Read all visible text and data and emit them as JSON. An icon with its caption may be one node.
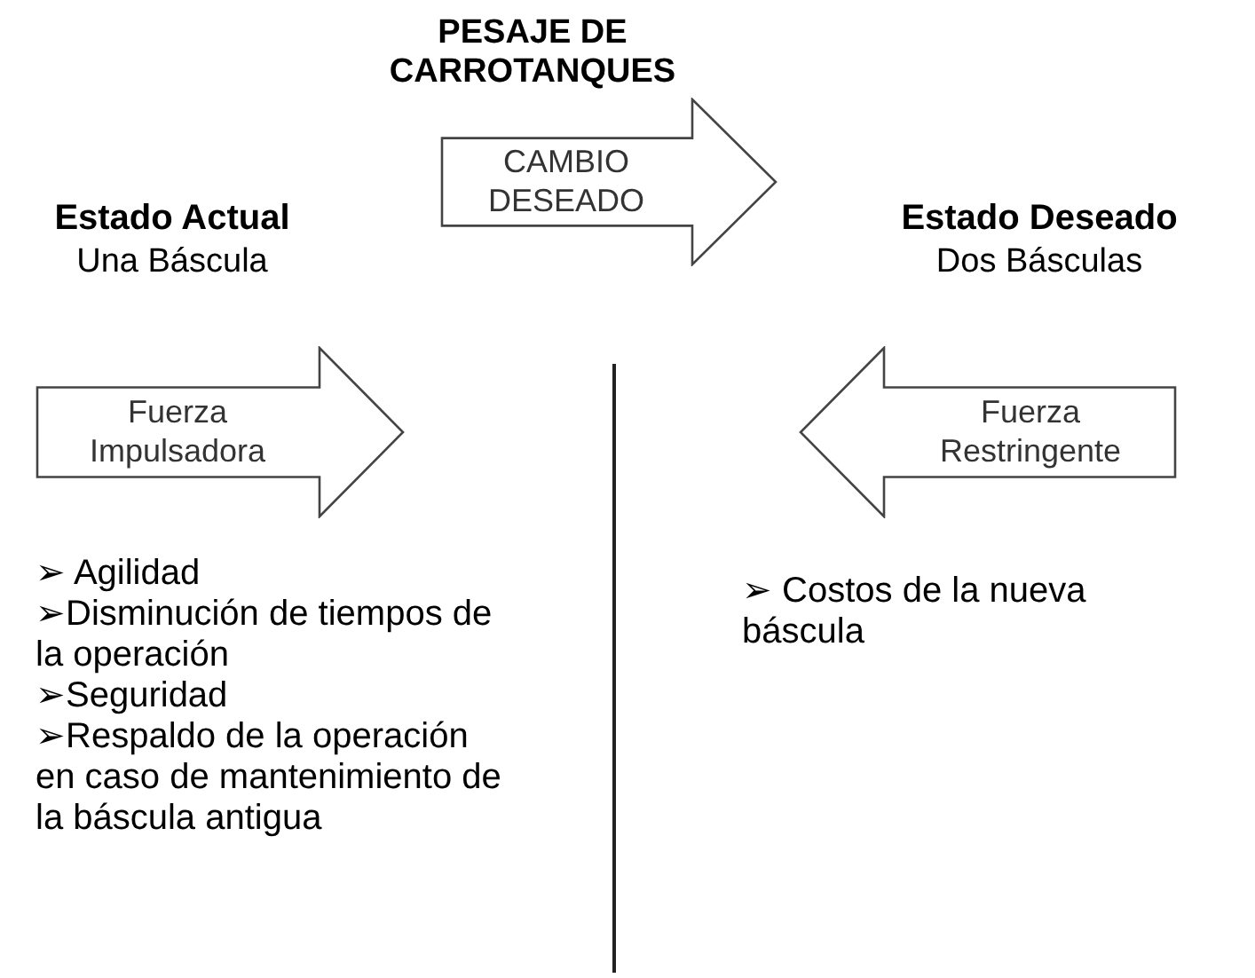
{
  "diagram": {
    "title": "PESAJE DE CARROTANQUES",
    "nodes": [
      {
        "text": [
          "CAMBIO DESEADO"
        ]
      },
      {
        "text": [
          "Fuerza Impulsadora"
        ]
      },
      {
        "text": [
          "Fuerza Restringente"
        ]
      }
    ],
    "edges": [],
    "labels": [
      "Estado Actual",
      "Una Báscula",
      "Estado Deseado",
      "Dos Básculas",
      "➢ Agilidad",
      "➢Disminución de tiempos de la operación",
      "➢Seguridad",
      "➢Respaldo de la operación en caso de mantenimiento de la báscula antigua",
      "➢ Costos de la nueva báscula"
    ]
  }
}
